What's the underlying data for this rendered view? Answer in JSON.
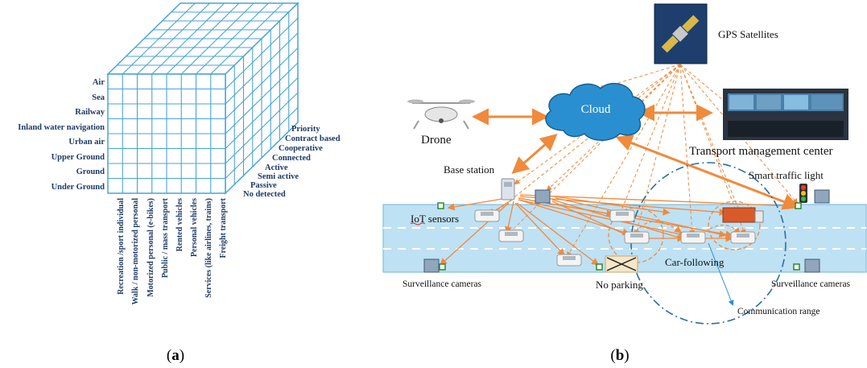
{
  "panel_a": {
    "rows": [
      "Air",
      "Sea",
      "Railway",
      "Inland  water navigation",
      "Urban air",
      "Upper Ground",
      "Ground",
      "Under Ground"
    ],
    "side": [
      "Priority",
      "Contract based",
      "Cooperative",
      "Connected",
      "Active",
      "Semi active",
      "Passive",
      "No detected"
    ],
    "columns": [
      "Recreation /sport individual",
      "Walk / non-motorized  personal",
      "Motorized personal (e-bikes)",
      "Public / mass transport",
      "Rented vehicles",
      "Personal vehicles",
      "Services (like airlines,  trains)",
      "Freight transport"
    ],
    "caption_open": "(",
    "caption_letter": "a",
    "caption_close": ")"
  },
  "panel_b": {
    "gps": "GPS Satellites",
    "cloud": "Cloud",
    "drone": "Drone",
    "tmc": "Transport management center",
    "base_station": "Base station",
    "smart_light": "Smart traffic light",
    "iot": "IoT sensors",
    "surv_left": "Surveillance cameras",
    "surv_right": "Surveillance cameras",
    "no_parking": "No parking",
    "car_following": "Car-following",
    "comm_range": "Communication range",
    "caption_open": "(",
    "caption_letter": "b",
    "caption_close": ")"
  },
  "colors": {
    "grid": "#4aa3d6",
    "arrow": "#f08a3c",
    "road": "#bfe1f4",
    "cloud": "#2a8fd0"
  }
}
